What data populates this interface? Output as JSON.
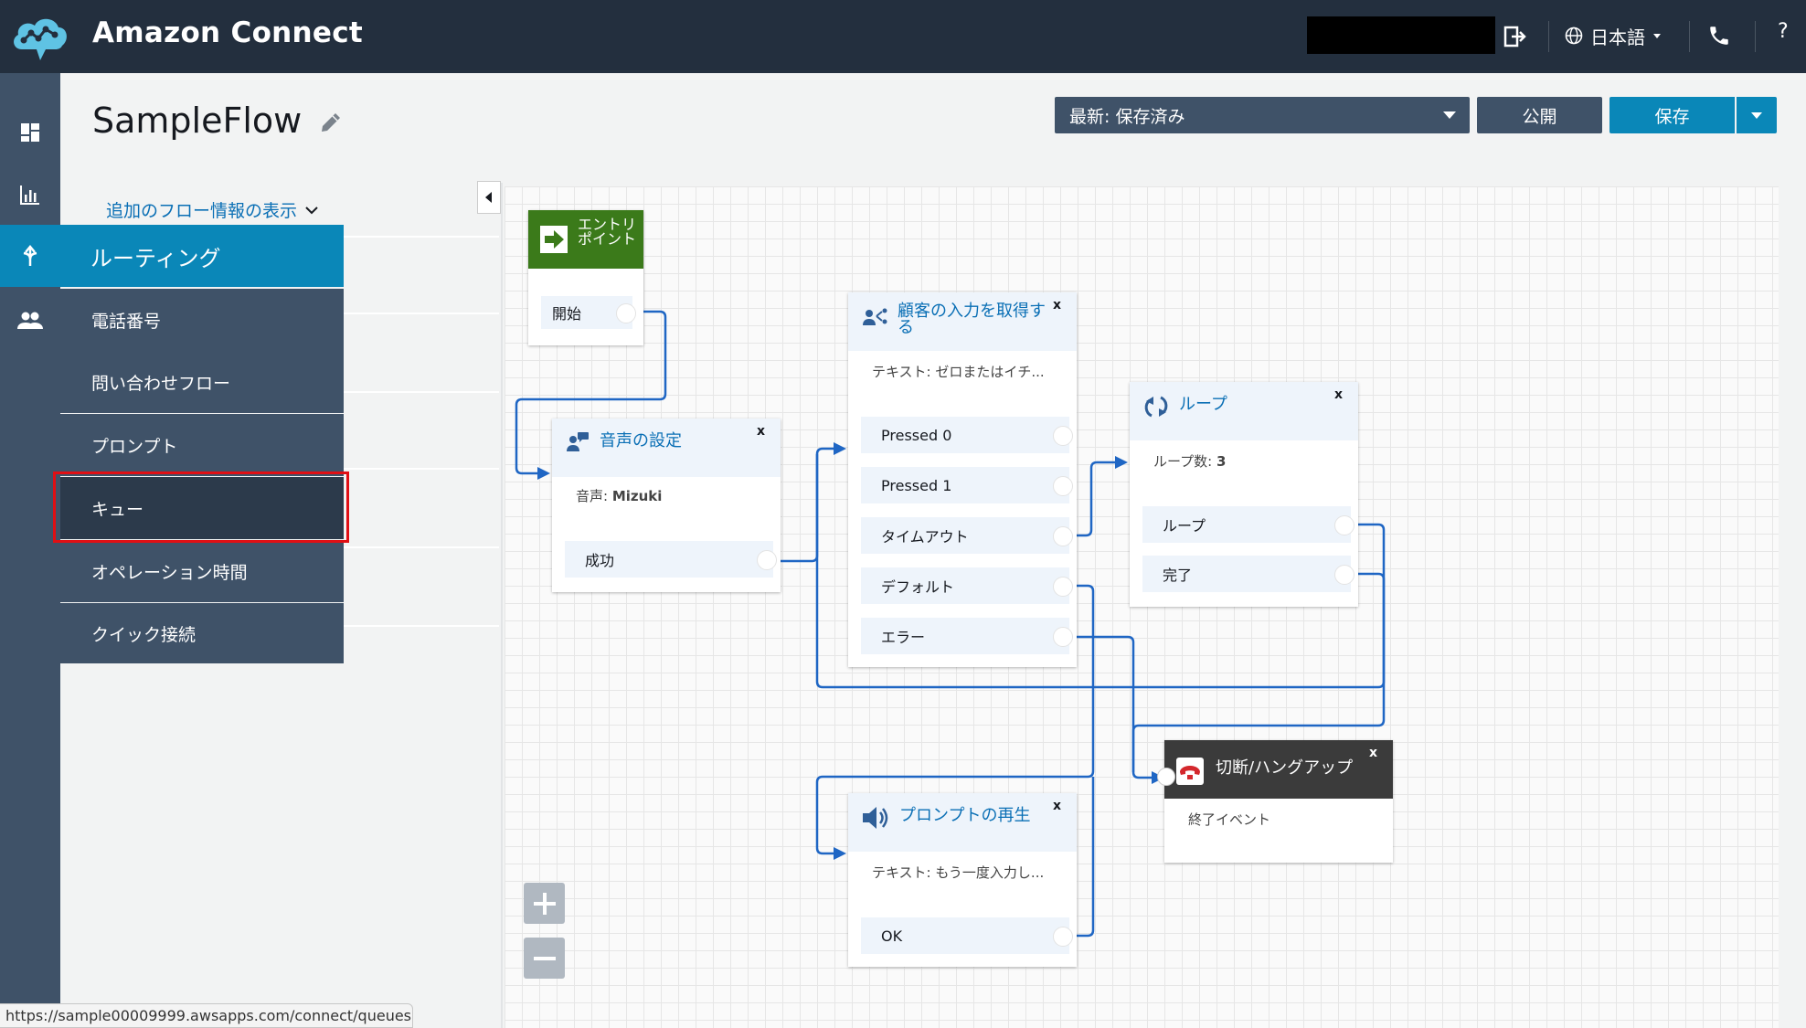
{
  "header": {
    "app_title": "Amazon Connect",
    "language": "日本語",
    "help": "?"
  },
  "page": {
    "title": "SampleFlow",
    "version_label": "最新: 保存済み",
    "publish_label": "公開",
    "save_label": "保存",
    "info_link": "追加のフロー情報の表示"
  },
  "menu": {
    "header": "ルーティング",
    "items": [
      {
        "label": "電話番号"
      },
      {
        "label": "問い合わせフロー"
      },
      {
        "label": "プロンプト"
      },
      {
        "label": "キュー"
      },
      {
        "label": "オペレーション時間"
      },
      {
        "label": "クイック接続"
      }
    ]
  },
  "flow": {
    "entry": {
      "title": "エントリポイント",
      "branch": "開始"
    },
    "voice": {
      "title": "音声の設定",
      "desc_label": "音声: ",
      "desc_value": "Mizuki",
      "branch": "成功"
    },
    "input": {
      "title": "顧客の入力を取得する",
      "desc": "テキスト: ゼロまたはイチ...",
      "branches": [
        "Pressed 0",
        "Pressed 1",
        "タイムアウト",
        "デフォルト",
        "エラー"
      ]
    },
    "loop": {
      "title": "ループ",
      "desc_label": "ループ数: ",
      "desc_value": "3",
      "branches": [
        "ループ",
        "完了"
      ]
    },
    "disconnect": {
      "title": "切断/ハングアップ",
      "desc": "終了イベント"
    },
    "prompt": {
      "title": "プロンプトの再生",
      "desc": "テキスト: もう一度入力し...",
      "branch": "OK"
    },
    "close_glyph": "x"
  },
  "statusbar": {
    "url": "https://sample00009999.awsapps.com/connect/queues"
  },
  "colors": {
    "topbar": "#232f3e",
    "rail": "#3f5268",
    "accent": "#0a87b8",
    "wire": "#1f66c4",
    "highlight": "#e00f14",
    "entry_green": "#3b7a1a",
    "disconnect_dark": "#3b3b3b"
  }
}
